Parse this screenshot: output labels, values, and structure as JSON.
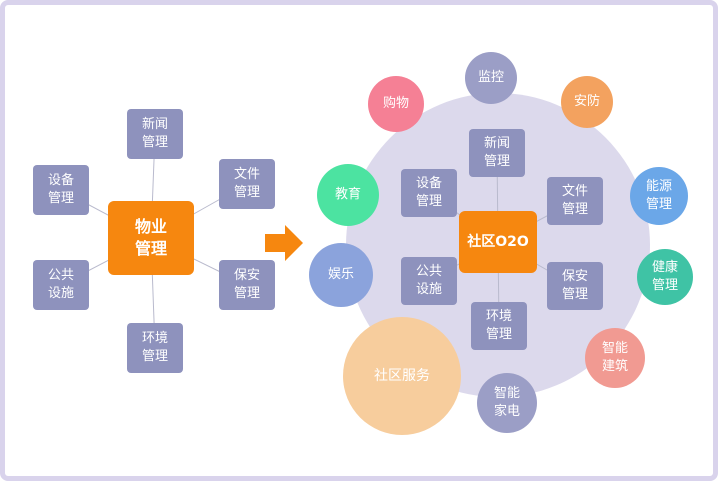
{
  "colors": {
    "accent_orange": "#f6870f",
    "node_purple": "#8e92bd",
    "big_circle": "#dcd9ec",
    "line_gray": "#b9bacd"
  },
  "left_diagram": {
    "center_label": "物业\n管理",
    "nodes": {
      "news": "新闻\n管理",
      "device": "设备\n管理",
      "public_facility": "公共\n设施",
      "file": "文件\n管理",
      "security": "保安\n管理",
      "environment": "环境\n管理"
    }
  },
  "right_diagram": {
    "center_label": "社区O2O",
    "inner_nodes": {
      "news": "新闻\n管理",
      "device": "设备\n管理",
      "public_facility": "公共\n设施",
      "file": "文件\n管理",
      "security": "保安\n管理",
      "environment": "环境\n管理"
    },
    "outer_circles": [
      {
        "label": "监控",
        "color": "#9b9ec6"
      },
      {
        "label": "购物",
        "color": "#f58095"
      },
      {
        "label": "安防",
        "color": "#f3a25f"
      },
      {
        "label": "教育",
        "color": "#4ce3a1"
      },
      {
        "label": "能源\n管理",
        "color": "#6ba7e8"
      },
      {
        "label": "娱乐",
        "color": "#8ba3dc"
      },
      {
        "label": "健康\n管理",
        "color": "#3fc3a5"
      },
      {
        "label": "社区服务",
        "color": "#f7cd9d"
      },
      {
        "label": "智能\n建筑",
        "color": "#f19a92"
      },
      {
        "label": "智能\n家电",
        "color": "#9b9ec6"
      }
    ]
  }
}
